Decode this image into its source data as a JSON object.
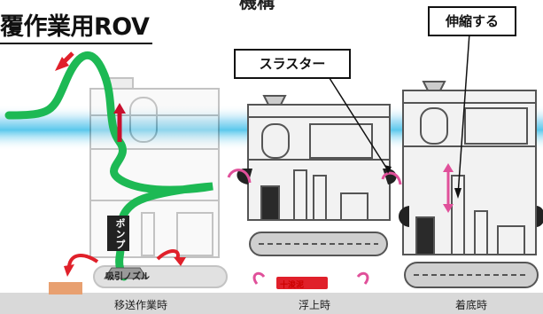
{
  "title": "覆作業用ROV",
  "mechanism": "機構",
  "callouts": {
    "thruster": "スラスター",
    "extend": "伸縮する"
  },
  "labels": {
    "pump": "ポンプ",
    "nozzle": "吸引ノズル",
    "dredge": "十浚泥"
  },
  "captions": [
    "移送作業時",
    "浮上時",
    "着底時"
  ],
  "colors": {
    "hose": "#1db954",
    "water": "#5bc8ec",
    "flow_arrow": "#e0202a",
    "motion_arrow": "#e0509a",
    "frame": "#555555",
    "seabed": "#d9d9d9"
  }
}
